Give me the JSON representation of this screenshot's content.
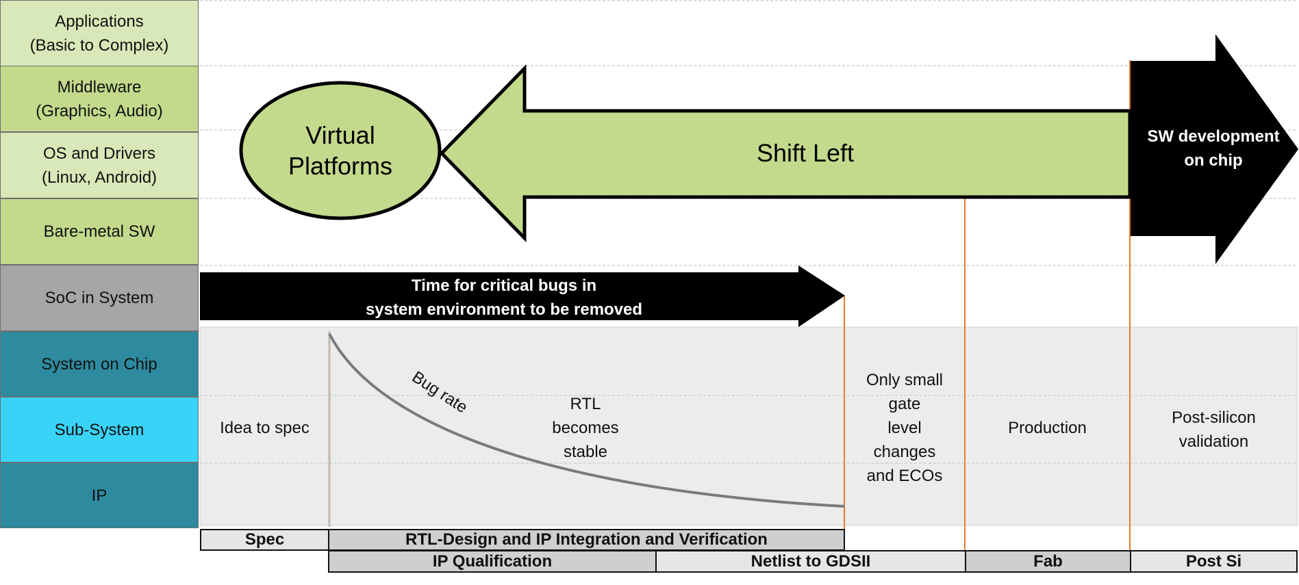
{
  "layers": [
    {
      "label": "Applications\n(Basic to Complex)",
      "color": "#d8e8b8"
    },
    {
      "label": "Middleware\n(Graphics, Audio)",
      "color": "#c3d98c"
    },
    {
      "label": "OS and Drivers\n(Linux, Android)",
      "color": "#d8e8b8"
    },
    {
      "label": "Bare-metal SW",
      "color": "#c3d98c"
    },
    {
      "label": "SoC in System",
      "color": "#a6a6a6"
    },
    {
      "label": "System on Chip",
      "color": "#2e8a9e"
    },
    {
      "label": "Sub-System",
      "color": "#3ad3f8"
    },
    {
      "label": "IP",
      "color": "#2e8a9e"
    }
  ],
  "arrows": {
    "virtual_platforms": "Virtual\nPlatforms",
    "shift_left": "Shift Left",
    "sw_development": "SW development\non chip",
    "critical_bugs_line1": "Time for critical bugs in",
    "critical_bugs_line2": "system environment to be removed",
    "bug_rate": "Bug rate"
  },
  "phases": {
    "idea_to_spec": "Idea to spec",
    "rtl_stable": "RTL\nbecomes\nstable",
    "gate_changes": "Only small\ngate\nlevel\nchanges\nand ECOs",
    "production": "Production",
    "post_silicon": "Post-silicon\nvalidation"
  },
  "timeline_top": {
    "spec": "Spec",
    "rtl_design": "RTL-Design and IP Integration and Verification"
  },
  "timeline_bottom": {
    "ip_qualification": "IP Qualification",
    "netlist": "Netlist to GDSII",
    "fab": "Fab",
    "post_si": "Post Si"
  },
  "colors": {
    "green_fill": "#c3d98c",
    "gray_region": "#ececec",
    "orange_line": "#e97a2f",
    "bar_gray": "#cfcfcf",
    "bar_light": "#e6e6e6"
  }
}
